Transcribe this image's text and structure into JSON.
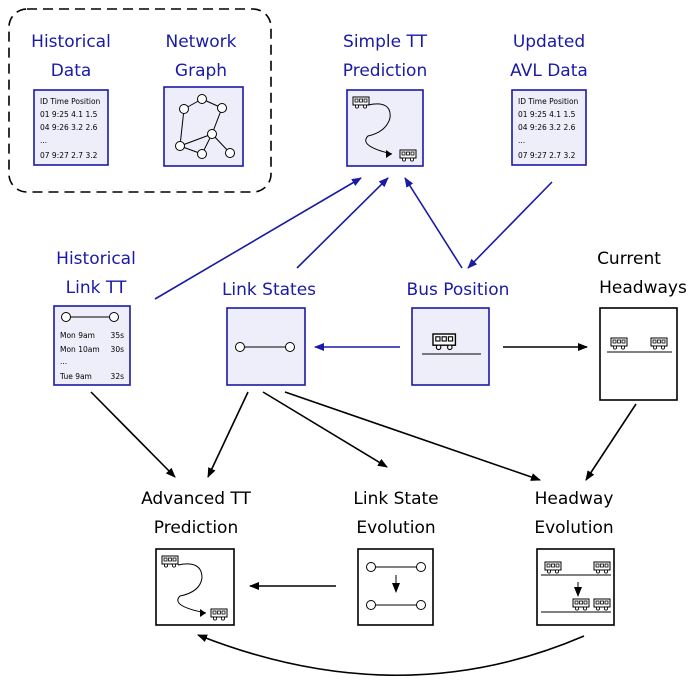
{
  "nodes": {
    "historical_data": {
      "line1": "Historical",
      "line2": "Data",
      "table": [
        "ID Time Position",
        "01 9:25 4.1 1.5",
        "04 9:26 3.2 2.6",
        "...",
        "07 9:27 2.7 3.2"
      ]
    },
    "network_graph": {
      "line1": "Network",
      "line2": "Graph"
    },
    "simple_tt": {
      "line1": "Simple TT",
      "line2": "Prediction"
    },
    "updated_avl": {
      "line1": "Updated",
      "line2": "AVL Data",
      "table": [
        "ID Time Position",
        "01 9:25 4.1 1.5",
        "04 9:26 3.2 2.6",
        "...",
        "07 9:27 2.7 3.2"
      ]
    },
    "historical_link_tt": {
      "line1": "Historical",
      "line2": "Link TT",
      "rows": [
        {
          "label": "Mon 9am",
          "value": "35s"
        },
        {
          "label": "Mon 10am",
          "value": "30s"
        },
        {
          "label": "...",
          "value": ""
        },
        {
          "label": "Tue 9am",
          "value": "32s"
        }
      ]
    },
    "link_states": {
      "line1": "Link States"
    },
    "bus_position": {
      "line1": "Bus Position"
    },
    "current_headways": {
      "line1": "Current",
      "line2": "Headways"
    },
    "advanced_tt": {
      "line1": "Advanced TT",
      "line2": "Prediction"
    },
    "link_state_evolution": {
      "line1": "Link State",
      "line2": "Evolution"
    },
    "headway_evolution": {
      "line1": "Headway",
      "line2": "Evolution"
    }
  },
  "colors": {
    "input_text": "#1a1aa6",
    "input_stroke": "#1a1aa6",
    "input_fill": "#eeeefa",
    "output_text": "#000000",
    "arrow_blue": "#1a1aa6",
    "arrow_black": "#000000"
  },
  "icons": {
    "bus": "bus-icon",
    "graph": "network-graph-icon",
    "link": "link-segment-icon"
  }
}
